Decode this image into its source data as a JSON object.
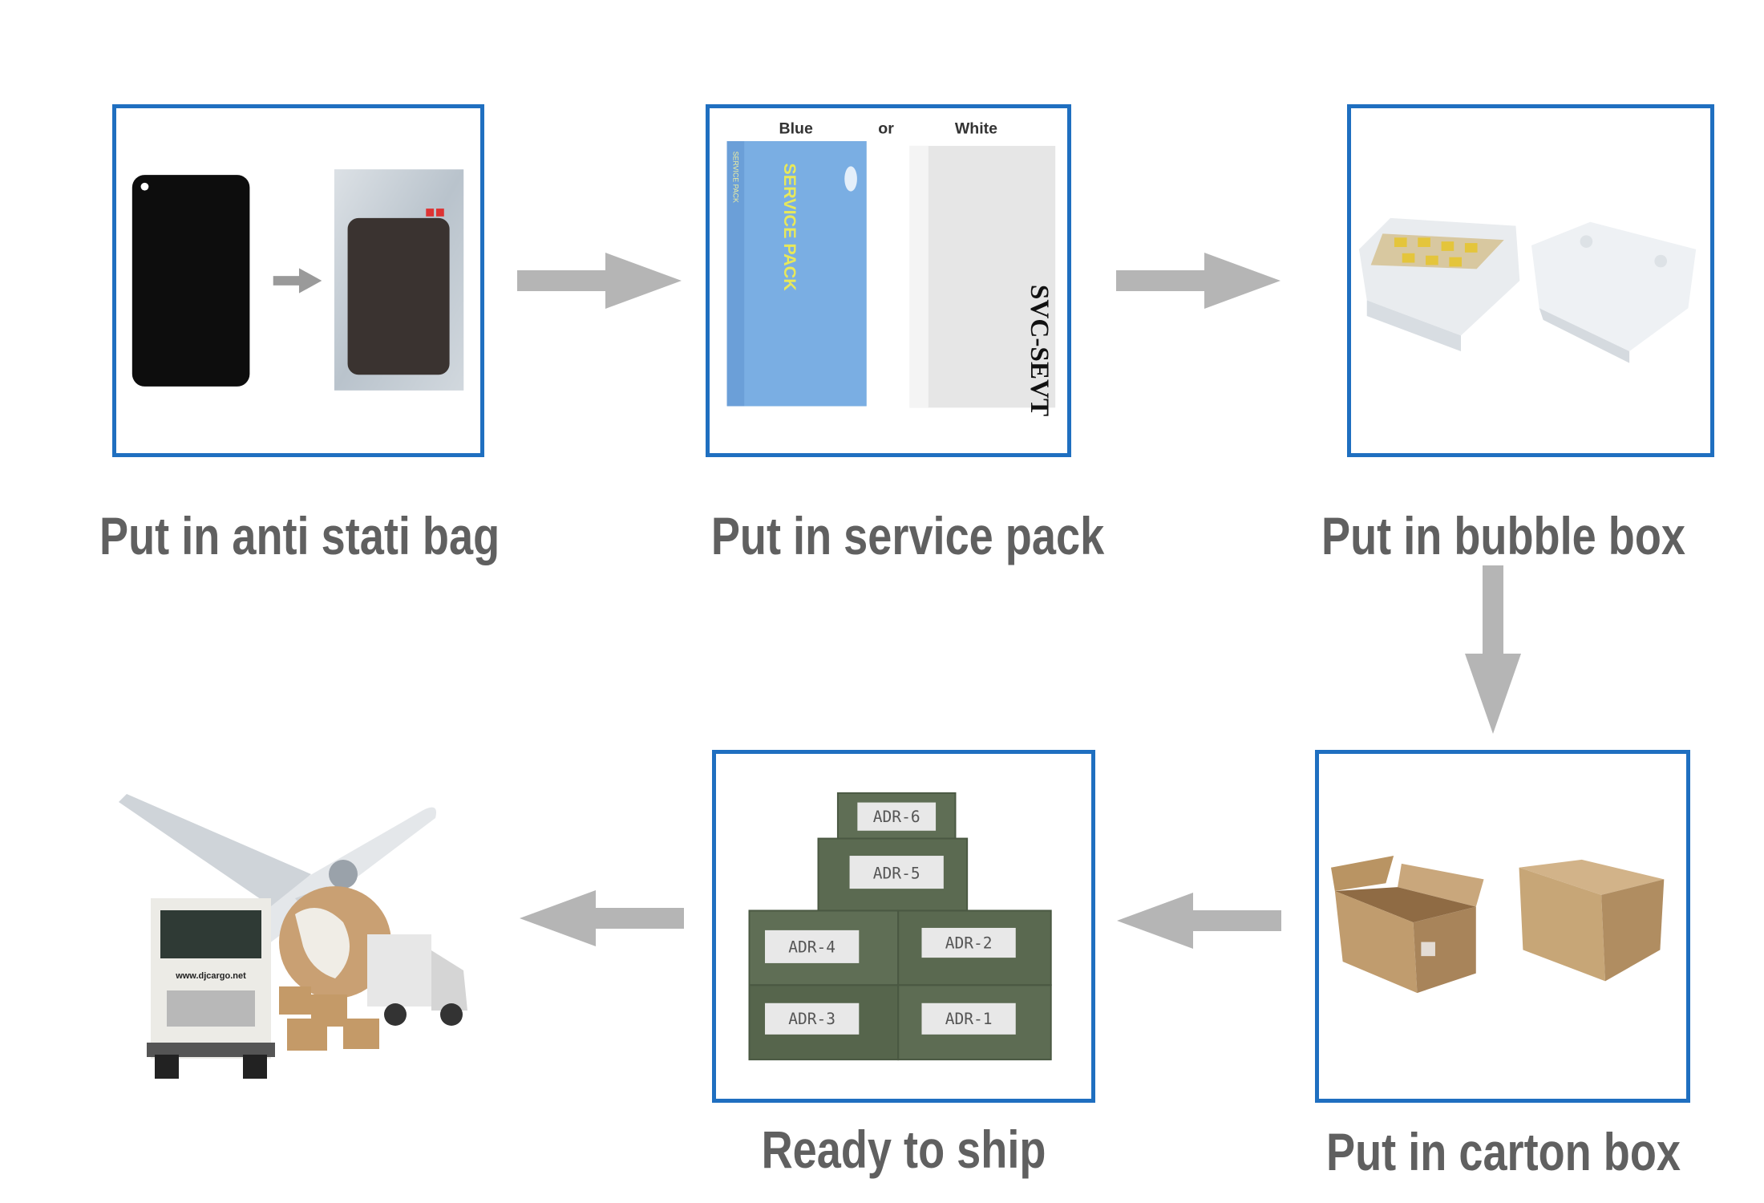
{
  "steps": [
    {
      "caption": "Put in anti stati bag"
    },
    {
      "caption": "Put in service pack",
      "blue_label": "Blue",
      "or_label": "or",
      "white_label": "White",
      "blue_box_text": "SERVICE PACK",
      "blue_box_small": "SERVICE PACK",
      "white_box_text": "SVC-SEVT"
    },
    {
      "caption": "Put in bubble box"
    },
    {
      "caption": "Put in carton box"
    },
    {
      "caption": "Ready to ship",
      "box_labels": [
        "ADR-6",
        "ADR-5",
        "ADR-4",
        "ADR-2",
        "ADR-3",
        "ADR-1"
      ]
    }
  ],
  "freight": {
    "truck_text": "www.djcargo.net"
  },
  "colors": {
    "frame": "#1f6fc0",
    "caption": "#606060",
    "arrow": "#b5b5b5",
    "blue_pack": "#7aaee3",
    "carton": "#c9a77c",
    "green_box": "#5f6e55"
  },
  "icons": [
    "phone-icon",
    "antistatic-bag-icon",
    "service-pack-icon",
    "foam-box-icon",
    "carton-box-icon",
    "shipping-boxes-icon",
    "airplane-icon",
    "truck-icon",
    "globe-icon",
    "van-icon"
  ]
}
